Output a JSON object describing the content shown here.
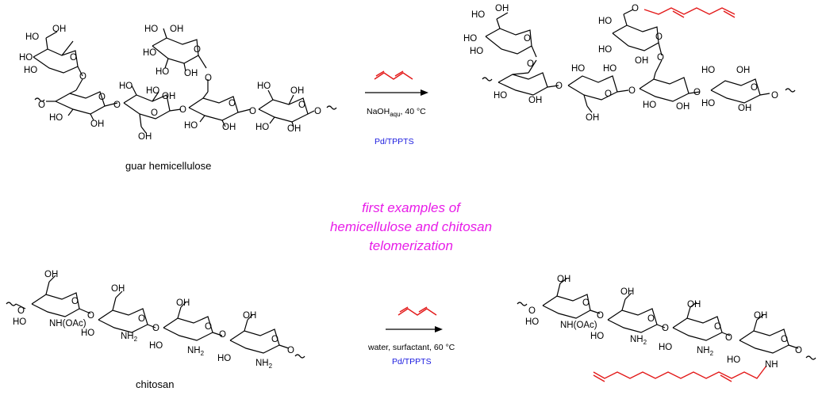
{
  "top_scheme": {
    "substrate_name": "guar hemicellulose",
    "conditions": {
      "base": "NaOH",
      "base_sub": "aqu",
      "temp": ", 40 °C",
      "catalyst": "Pd/TPPTS"
    }
  },
  "center_text": {
    "line1": "first examples of",
    "line2": "hemicellulose and chitosan",
    "line3": "telomerization"
  },
  "bottom_scheme": {
    "substrate_name": "chitosan",
    "conditions": {
      "line": "water, surfactant, 60 °C",
      "catalyst": "Pd/TPPTS"
    }
  },
  "atoms": {
    "OH": "OH",
    "HO": "HO",
    "O": "O",
    "NH2": "NH",
    "NH2_sub": "2",
    "NHOAc": "NH(OAc)",
    "NH": "NH"
  },
  "colors": {
    "bonds": "#000000",
    "telomer_chain": "#e31818",
    "catalyst_text": "#1a1adf",
    "highlight_text": "#e81ce8"
  }
}
